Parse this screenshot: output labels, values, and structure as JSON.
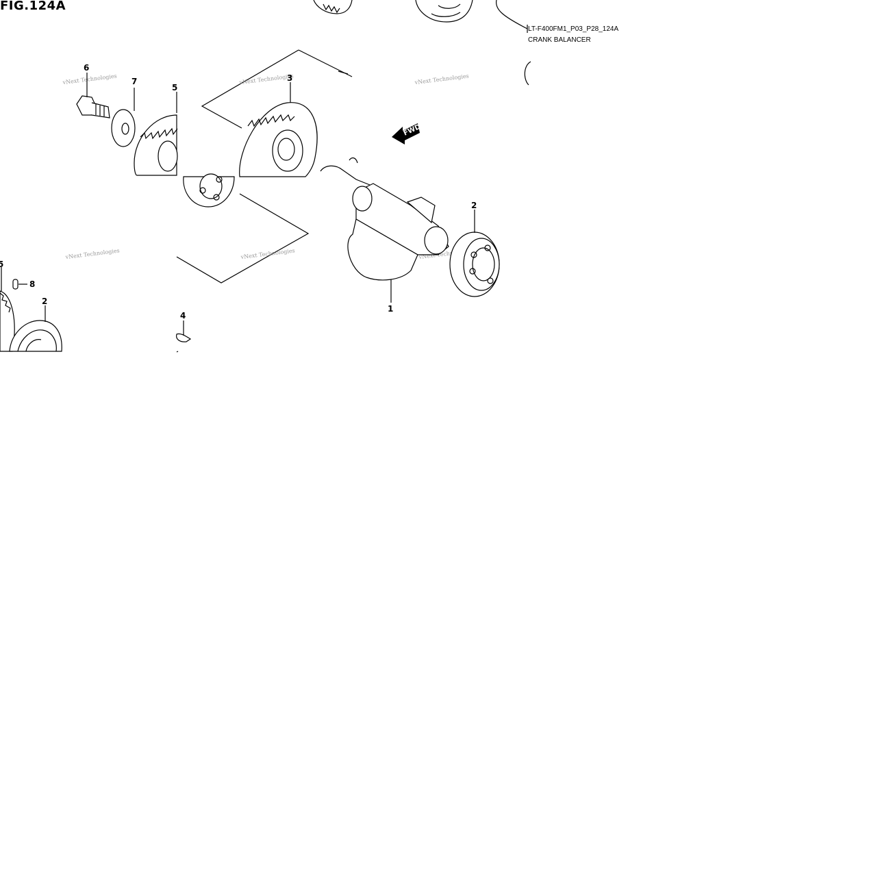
{
  "figure": {
    "number": "FIG.124A",
    "reference_code": "LT-F400FM1_P03_P28_124A",
    "section_title": "CRANK BALANCER",
    "direction_arrow_label": "FWD",
    "watermark": "vNext Technologies"
  },
  "callouts": [
    {
      "id": "1",
      "part": "balancer-shaft"
    },
    {
      "id": "2",
      "part": "bearing"
    },
    {
      "id": "2",
      "part": "bearing-lower"
    },
    {
      "id": "3",
      "part": "driven-gear"
    },
    {
      "id": "4",
      "part": "key"
    },
    {
      "id": "5",
      "part": "gear"
    },
    {
      "id": "5",
      "part": "gear-lower"
    },
    {
      "id": "6",
      "part": "bolt"
    },
    {
      "id": "7",
      "part": "washer"
    },
    {
      "id": "8",
      "part": "pin"
    }
  ]
}
